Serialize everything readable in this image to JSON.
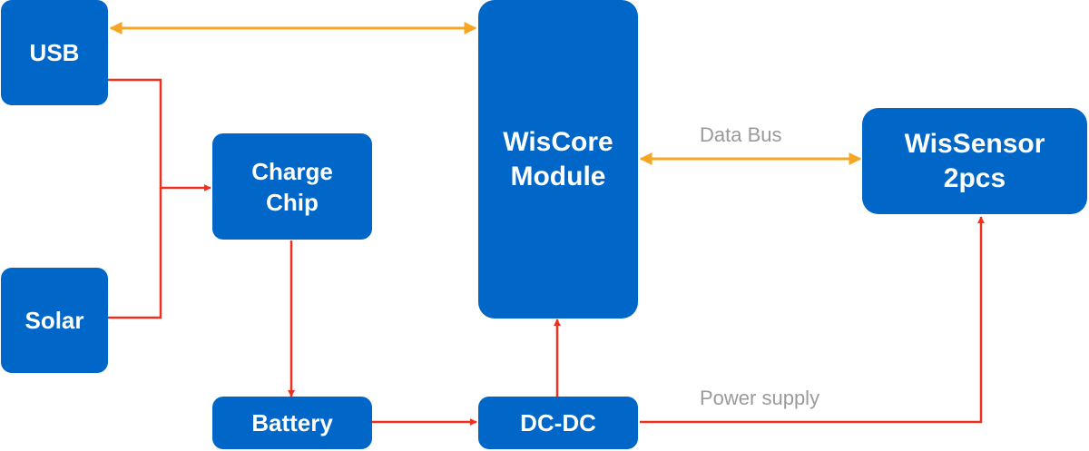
{
  "colors": {
    "block": "#0066c7",
    "block_text": "#ffffff",
    "data_line": "#f5a623",
    "power_line": "#f0301e",
    "label_text": "#9a9a9a"
  },
  "blocks": {
    "usb": "USB",
    "solar": "Solar",
    "charge_chip": "Charge\nChip",
    "battery": "Battery",
    "wiscore": "WisCore\nModule",
    "dcdc": "DC-DC",
    "wissensor": "WisSensor\n2pcs"
  },
  "labels": {
    "data_bus": "Data Bus",
    "power_supply": "Power supply"
  }
}
